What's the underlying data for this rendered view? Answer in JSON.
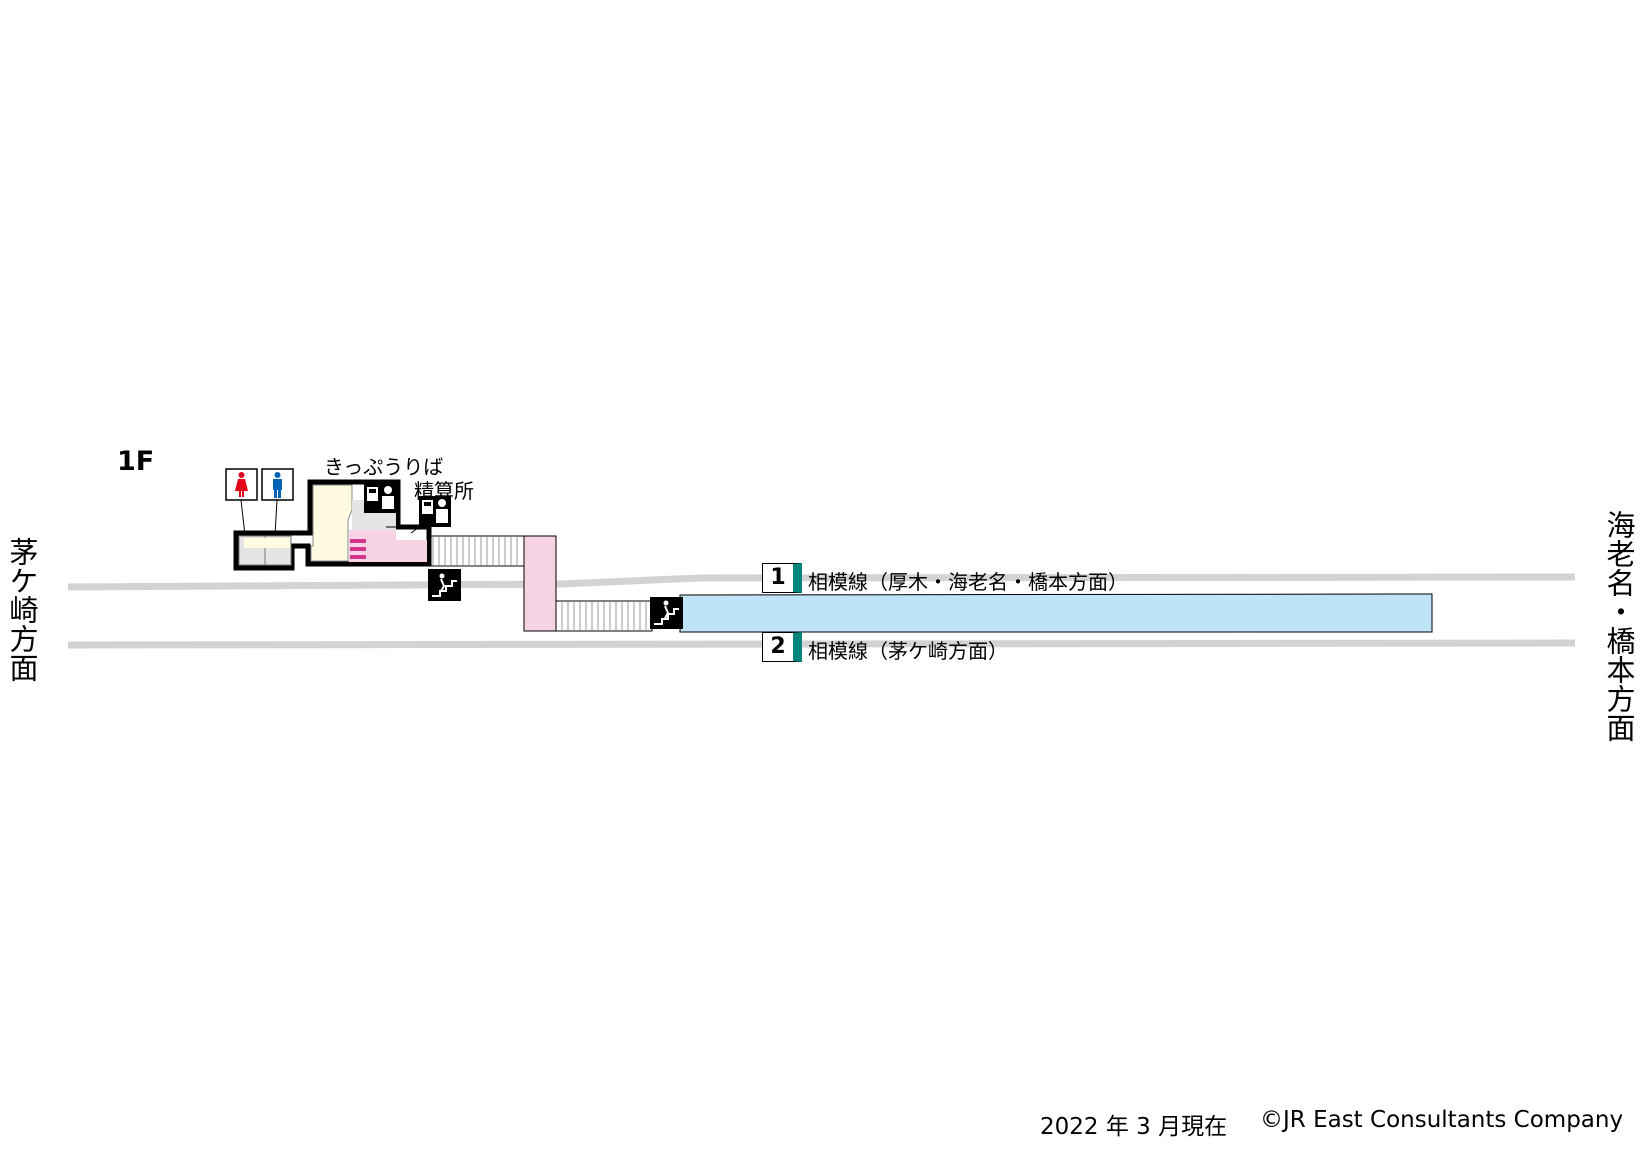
{
  "floor": "1F",
  "directions": {
    "left": "茅ケ崎方面",
    "right": "海老名・橋本方面"
  },
  "facilities": {
    "ticket_office": "きっぷうりば",
    "fare_adjustment": "精算所",
    "restroom_women_icon": "woman-icon",
    "restroom_men_icon": "man-icon",
    "staircase_icon": "stairs-icon"
  },
  "tracks": [
    {
      "number": "1",
      "label": "相模線（厚木・海老名・橋本方面）"
    },
    {
      "number": "2",
      "label": "相模線（茅ケ崎方面）"
    }
  ],
  "colors": {
    "platform": "#bfe3f7",
    "concourse": "#fffbe0",
    "passage": "#f7d3e3",
    "track": "#d3d3d3",
    "line_accent": "#00867d",
    "women": "#e2001a",
    "men": "#0064b4"
  },
  "footer": {
    "date": "2022 年 3 月現在",
    "copyright": "©JR East Consultants Company"
  }
}
